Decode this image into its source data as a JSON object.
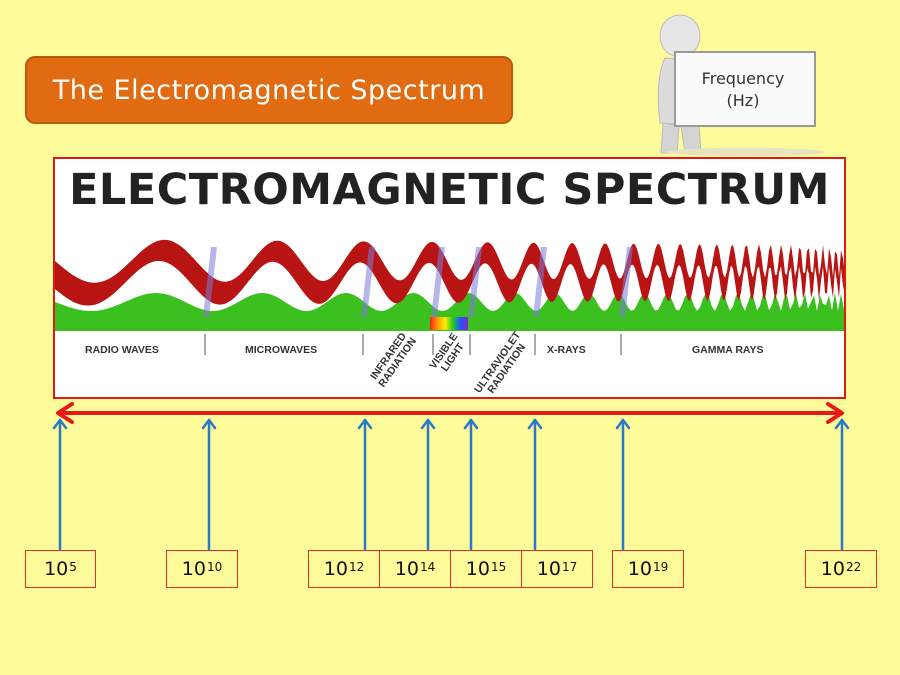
{
  "slide": {
    "title": "The Electromagnetic Spectrum",
    "sign_text": "Frequency\n(Hz)",
    "sign_line1": "Frequency",
    "sign_line2": "(Hz)"
  },
  "spectrum": {
    "title": "ELECTROMAGNETIC SPECTRUM",
    "bands": [
      {
        "label": "RADIO WAVES"
      },
      {
        "label": "MICROWAVES"
      },
      {
        "label": "INFRARED RADIATION",
        "line1": "INFRARED",
        "line2": "RADIATION"
      },
      {
        "label": "VISIBLE LIGHT",
        "line1": "VISIBLE",
        "line2": "LIGHT"
      },
      {
        "label": "ULTRAVIOLET RADIATION",
        "line1": "ULTRAVIOLET",
        "line2": "RADIATION"
      },
      {
        "label": "X-RAYS"
      },
      {
        "label": "GAMMA RAYS"
      }
    ]
  },
  "frequencies": [
    {
      "base": "10",
      "exp": "5"
    },
    {
      "base": "10",
      "exp": "10"
    },
    {
      "base": "10",
      "exp": "12"
    },
    {
      "base": "10",
      "exp": "14"
    },
    {
      "base": "10",
      "exp": "15"
    },
    {
      "base": "10",
      "exp": "17"
    },
    {
      "base": "10",
      "exp": "19"
    },
    {
      "base": "10",
      "exp": "22"
    }
  ],
  "colors": {
    "background": "#fdfb9a",
    "title_box": "#e06b10",
    "range_arrow": "#e81818",
    "pointer_arrow": "#2a78c8",
    "wave_red": "#b81414",
    "wave_green": "#3cc020"
  }
}
